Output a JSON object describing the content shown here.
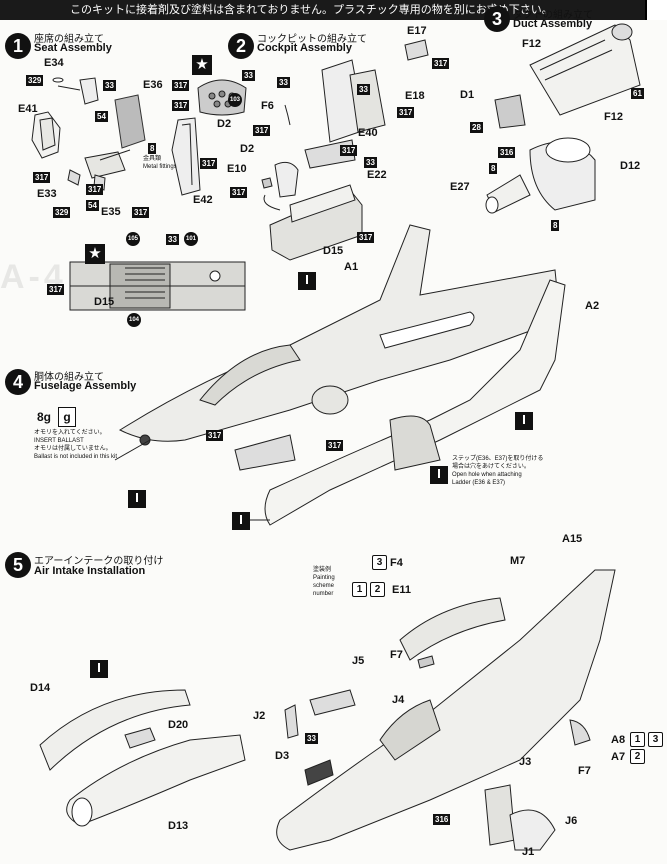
{
  "header": {
    "text": "このキットに接着剤及び塗料は含まれておりません。プラスチック専用の物を別にお求め下さい。"
  },
  "steps": [
    {
      "num": "1",
      "jp": "座席の組み立て",
      "en": "Seat Assembly"
    },
    {
      "num": "2",
      "jp": "コックピットの組み立て",
      "en": "Cockpit Assembly"
    },
    {
      "num": "3",
      "jp": "ダクトの組み立て",
      "en": "Duct Assembly"
    },
    {
      "num": "4",
      "jp": "胴体の組み立て",
      "en": "Fuselage Assembly"
    },
    {
      "num": "5",
      "jp": "エアーインテークの取り付け",
      "en": "Air Intake Installation"
    }
  ],
  "parts": {
    "e34": "E34",
    "e41": "E41",
    "e36": "E36",
    "e33": "E33",
    "e35": "E35",
    "e42": "E42",
    "d2a": "D2",
    "f6": "F6",
    "d2b": "D2",
    "e10": "E10",
    "e17": "E17",
    "e18": "E18",
    "e40": "E40",
    "e22": "E22",
    "d15a": "D15",
    "d15b": "D15",
    "f12a": "F12",
    "d1": "D1",
    "f12b": "F12",
    "d12": "D12",
    "e27": "E27",
    "a1": "A1",
    "a2": "A2",
    "d14": "D14",
    "d20": "D20",
    "d13": "D13",
    "a15": "A15",
    "m7": "M7",
    "f4": "F4",
    "e11": "E11",
    "f7a": "F7",
    "j5": "J5",
    "j2": "J2",
    "j4": "J4",
    "d3": "D3",
    "j3": "J3",
    "a8": "A8",
    "a7": "A7",
    "f7b": "F7",
    "j6": "J6",
    "j1": "J1"
  },
  "paint_codes": {
    "p329a": "329",
    "p33a": "33",
    "p54a": "54",
    "p8a": "8",
    "p317a": "317",
    "p317b": "317",
    "p329b": "329",
    "p54b": "54",
    "p317c": "317",
    "p317d": "317",
    "p33b": "33",
    "p33c": "33",
    "p317e": "317",
    "p317f": "317",
    "p317g": "317",
    "p33d": "33",
    "p317h": "317",
    "p317i": "317",
    "p317j": "317",
    "p317k": "317",
    "p33e": "33",
    "p317l": "317",
    "p61": "61",
    "p28": "28",
    "p316a": "316",
    "p8b": "8",
    "p8c": "8",
    "p317m": "317",
    "p33f": "33",
    "p317n": "317",
    "p317o": "317",
    "p33g": "33",
    "p316b": "316"
  },
  "decal_nums": {
    "n103a": "103",
    "n105": "105",
    "n101": "101",
    "n104": "104"
  },
  "star_glyph": "★",
  "metal_note": {
    "jp": "金具類",
    "en": "Metal fittings"
  },
  "ballast": {
    "weight": "8g",
    "box": "g",
    "jp1": "オモリを入れてください。",
    "en1": "INSERT BALLAST",
    "jp2": "オモリは付属していません。",
    "en2": "Ballast is not included in this kit"
  },
  "ladder_note": {
    "jp1": "ステップ(E36、E37)を取り付ける",
    "jp2": "場合は穴をあけてください。",
    "en1": "Open hole when attaching",
    "en2": "Ladder (E36 & E37)"
  },
  "painting_scheme": {
    "label1": "塗装例",
    "label2": "Painting",
    "label3": "scheme",
    "label4": "number",
    "n3": "3",
    "n1": "1",
    "n2": "2"
  },
  "scheme_a8": {
    "n1": "1",
    "n3": "3"
  },
  "scheme_a7": {
    "n2": "2"
  },
  "watermark": {
    "text": "A-4"
  },
  "colors": {
    "ink": "#111111",
    "paper": "#fbfbf9",
    "header": "#1a1a1a"
  }
}
